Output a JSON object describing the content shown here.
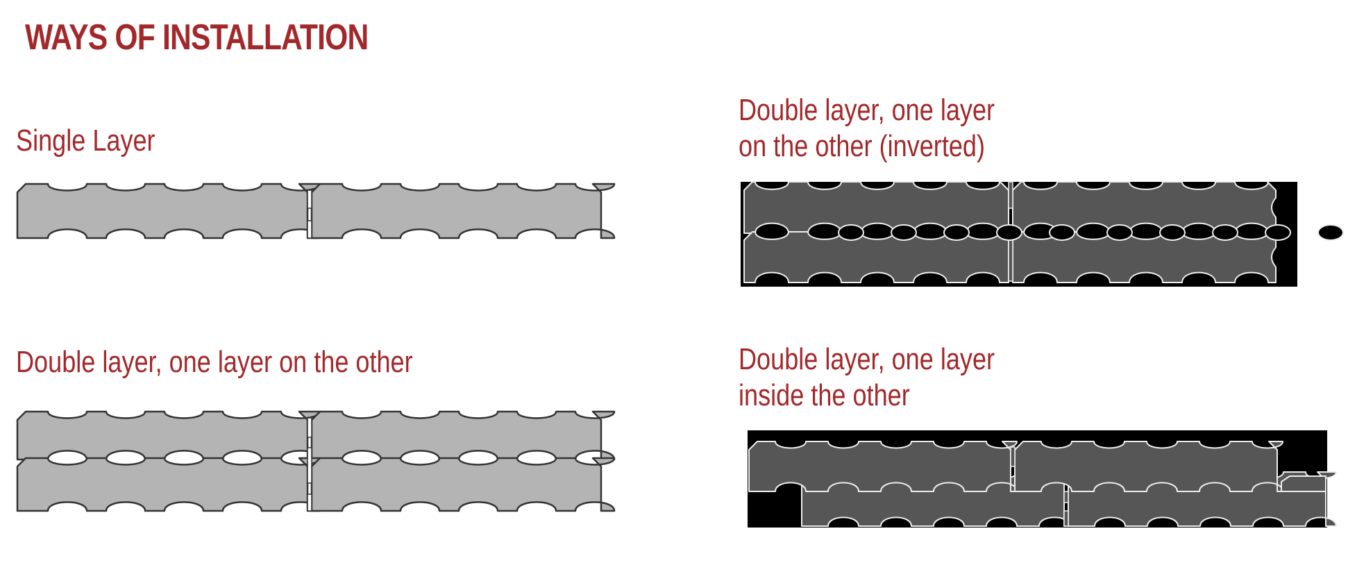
{
  "title": "WAYS OF INSTALLATION",
  "captions": {
    "single": "Single Layer",
    "double_on": "Double layer, one layer on the other",
    "double_inverted": [
      "Double layer, one layer",
      "on the other (inverted)"
    ],
    "double_inside": [
      "Double layer, one layer",
      "inside the other"
    ]
  },
  "colors": {
    "accent": "#a3282b",
    "light_panel": "#b4b4b4",
    "dark_panel": "#565656",
    "dark_background": "#000000"
  }
}
